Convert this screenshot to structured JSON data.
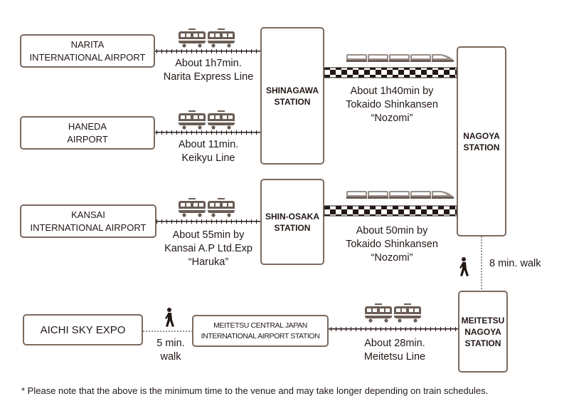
{
  "origins": {
    "narita": "NARITA\nINTERNATIONAL AIRPORT",
    "haneda": "HANEDA\nAIRPORT",
    "kansai": "KANSAI\nINTERNATIONAL AIRPORT"
  },
  "stations": {
    "shinagawa": "SHINAGAWA\nSTATION",
    "shin_osaka": "SHIN-OSAKA\nSTATION",
    "nagoya": "NAGOYA\nSTATION",
    "meitetsu_nagoya": "MEITETSU\nNAGOYA\nSTATION",
    "meitetsu_airport": "MEITETSU CENTRAL JAPAN\nINTERNATIONAL AIRPORT STATION"
  },
  "destination": "AICHI SKY EXPO",
  "routes": {
    "narita": "About 1h7min.\nNarita Express Line",
    "haneda": "About 11min.\nKeikyu Line",
    "kansai": "About 55min by\nKansai A.P Ltd.Exp\n“Haruka”",
    "shinagawa_nagoya": "About 1h40min by\nTokaido Shinkansen\n“Nozomi”",
    "shinosaka_nagoya": "About 50min by\nTokaido Shinkansen\n“Nozomi”",
    "nagoya_walk": "8 min. walk",
    "meitetsu_line": "About 28min.\nMeitetsu Line",
    "expo_walk": "5 min.\nwalk"
  },
  "note": "* Please note that the above is the minimum time to the venue and may take longer depending on train schedules.",
  "colors": {
    "border": "#7b6a5f",
    "track": "#231815",
    "train": "#6b5d55",
    "text": "#231815"
  },
  "icons": [
    "commuter-train-icon",
    "shinkansen-icon",
    "walking-person-icon"
  ]
}
